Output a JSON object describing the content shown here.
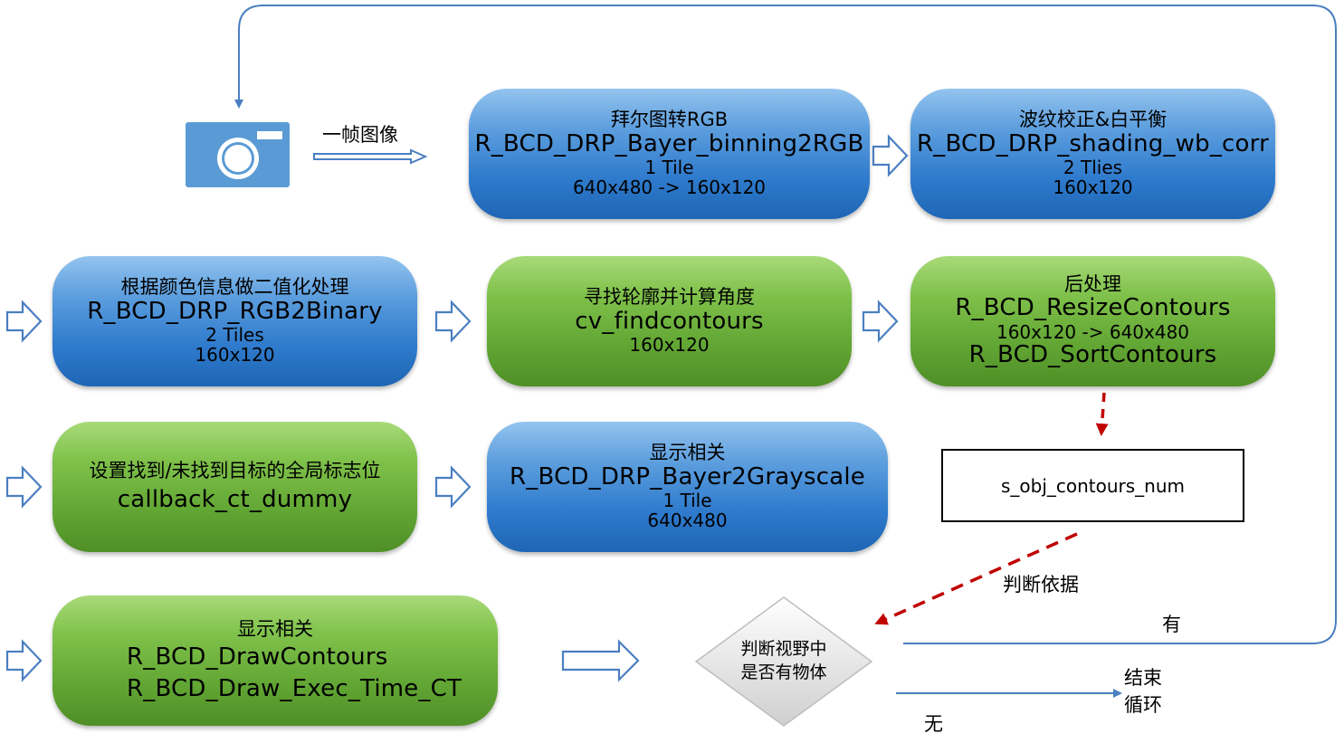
{
  "boxes": {
    "bayer_rgb": {
      "title": "拜尔图转RGB",
      "func": "R_BCD_DRP_Bayer_binning2RGB",
      "tiles": "1 Tile",
      "size": "640x480 -> 160x120"
    },
    "shading": {
      "title": "波纹校正&白平衡",
      "func": "R_BCD_DRP_shading_wb_corr",
      "tiles": "2 Tlies",
      "size": "160x120"
    },
    "rgb2binary": {
      "title": "根据颜色信息做二值化处理",
      "func": "R_BCD_DRP_RGB2Binary",
      "tiles": "2 Tiles",
      "size": "160x120"
    },
    "findcontours": {
      "title": "寻找轮廓并计算角度",
      "func": "cv_findcontours",
      "size": "160x120"
    },
    "post": {
      "title": "后处理",
      "func1": "R_BCD_ResizeContours",
      "size": "160x120 -> 640x480",
      "func2": "R_BCD_SortContours"
    },
    "callback": {
      "title": "设置找到/未找到目标的全局标志位",
      "func": "callback_ct_dummy"
    },
    "grayscale": {
      "title": "显示相关",
      "func": "R_BCD_DRP_Bayer2Grayscale",
      "tiles": "1 Tile",
      "size": "640x480"
    },
    "draw": {
      "title": "显示相关",
      "func1": "R_BCD_DrawContours",
      "func2": "R_BCD_Draw_Exec_Time_CT"
    }
  },
  "variable": "s_obj_contours_num",
  "labels": {
    "frame": "一帧图像",
    "basis": "判断依据",
    "yes": "有",
    "no": "无",
    "end_line1": "结束",
    "end_line2": "循环"
  },
  "decision": {
    "line1": "判断视野中",
    "line2": "是否有物体"
  },
  "icons": {
    "camera": "camera-icon"
  },
  "colors": {
    "blue_box": "#2f7bcd",
    "green_box": "#62a634",
    "flow_line": "#4a7fc1",
    "dashed_arrow": "#c00000",
    "arrow_outline": "#4a7fc1",
    "camera": "#5b9bd5"
  }
}
